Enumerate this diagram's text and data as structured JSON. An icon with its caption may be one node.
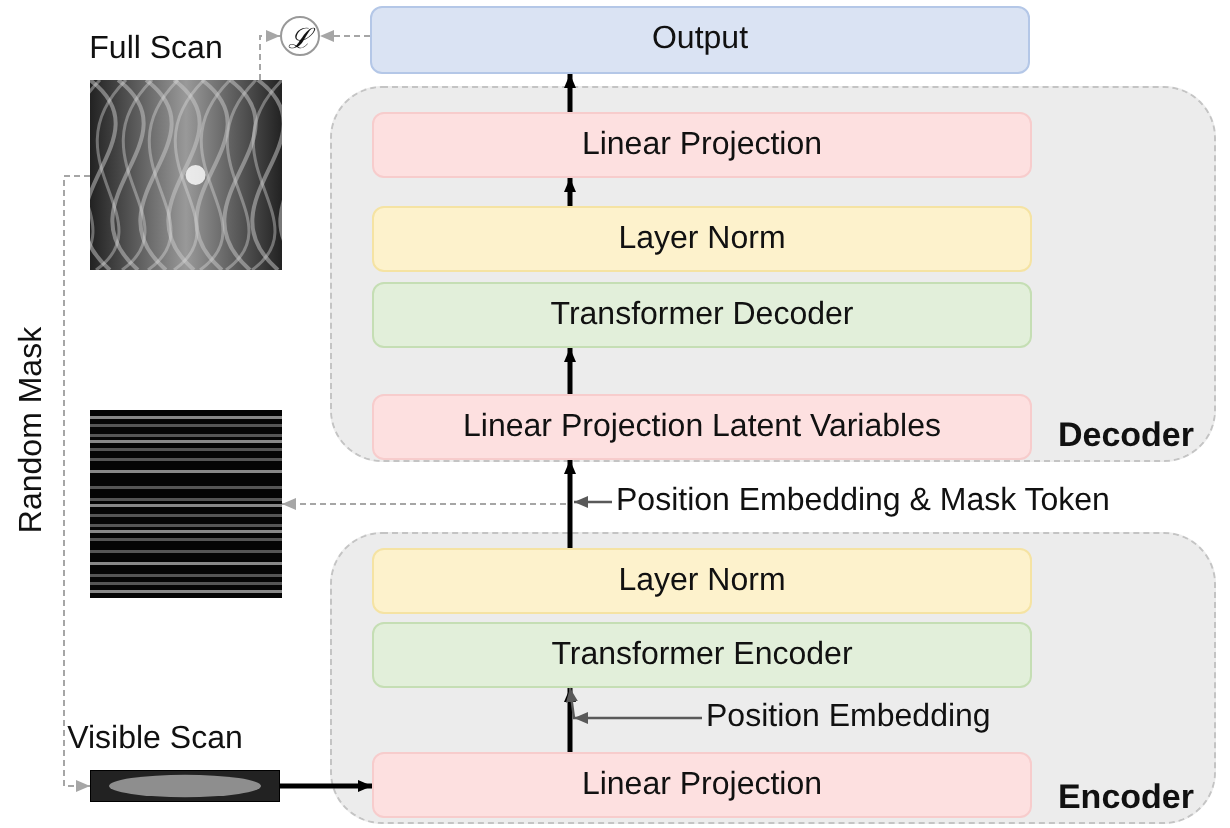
{
  "diagram": {
    "nodes": [
      {
        "text": [
          "Output"
        ]
      },
      {
        "text": [
          "Decoder"
        ]
      },
      {
        "text": [
          "Linear Projection"
        ],
        "in": 1
      },
      {
        "text": [
          "Layer Norm"
        ],
        "in": 1
      },
      {
        "text": [
          "Transformer Decoder"
        ],
        "in": 1
      },
      {
        "text": [
          "Linear Projection Latent Variables"
        ],
        "in": 1
      },
      {
        "text": [
          "Encoder"
        ]
      },
      {
        "text": [
          "Layer Norm"
        ],
        "in": 6
      },
      {
        "text": [
          "Transformer Encoder"
        ],
        "in": 6
      },
      {
        "text": [
          "Linear Projection"
        ],
        "in": 6
      },
      {
        "text": [
          "ℒ"
        ]
      },
      {
        "text": [],
        "shape": "picture",
        "beside": [
          "Full Scan"
        ]
      },
      {
        "text": [],
        "shape": "picture"
      },
      {
        "text": [],
        "shape": "picture",
        "beside": [
          "Visible Scan"
        ]
      },
      {
        "text": [
          "Position Embedding & Mask Token"
        ]
      },
      {
        "text": [
          "Position Embedding"
        ],
        "in": 6
      }
    ],
    "edges": [
      {
        "from": 2,
        "to": 0,
        "arrow": "to"
      },
      {
        "from": 3,
        "to": 2,
        "arrow": "to"
      },
      {
        "from": 5,
        "to": 4,
        "arrow": "to"
      },
      {
        "from": 7,
        "to": 5,
        "arrow": "to"
      },
      {
        "from": 9,
        "to": 8,
        "arrow": "to"
      },
      {
        "from": 13,
        "to": 9,
        "arrow": "to"
      },
      {
        "from": 0,
        "to": 10,
        "arrow": "to",
        "style": "dashed",
        "color": "#a6a6a6"
      },
      {
        "from": 11,
        "to": 10,
        "arrow": "to",
        "style": "dashed",
        "color": "#a6a6a6"
      },
      {
        "from": 11,
        "to": 13,
        "arrow": "to",
        "style": "dashed",
        "color": "#a6a6a6",
        "label": "Random Mask"
      },
      {
        "from": null,
        "to": 12,
        "arrow": "to",
        "style": "dashed",
        "color": "#a6a6a6"
      },
      {
        "from": 14,
        "to": null,
        "arrow": "to",
        "color": "#595959"
      },
      {
        "from": 15,
        "to": 8,
        "arrow": "to",
        "color": "#595959"
      }
    ]
  }
}
